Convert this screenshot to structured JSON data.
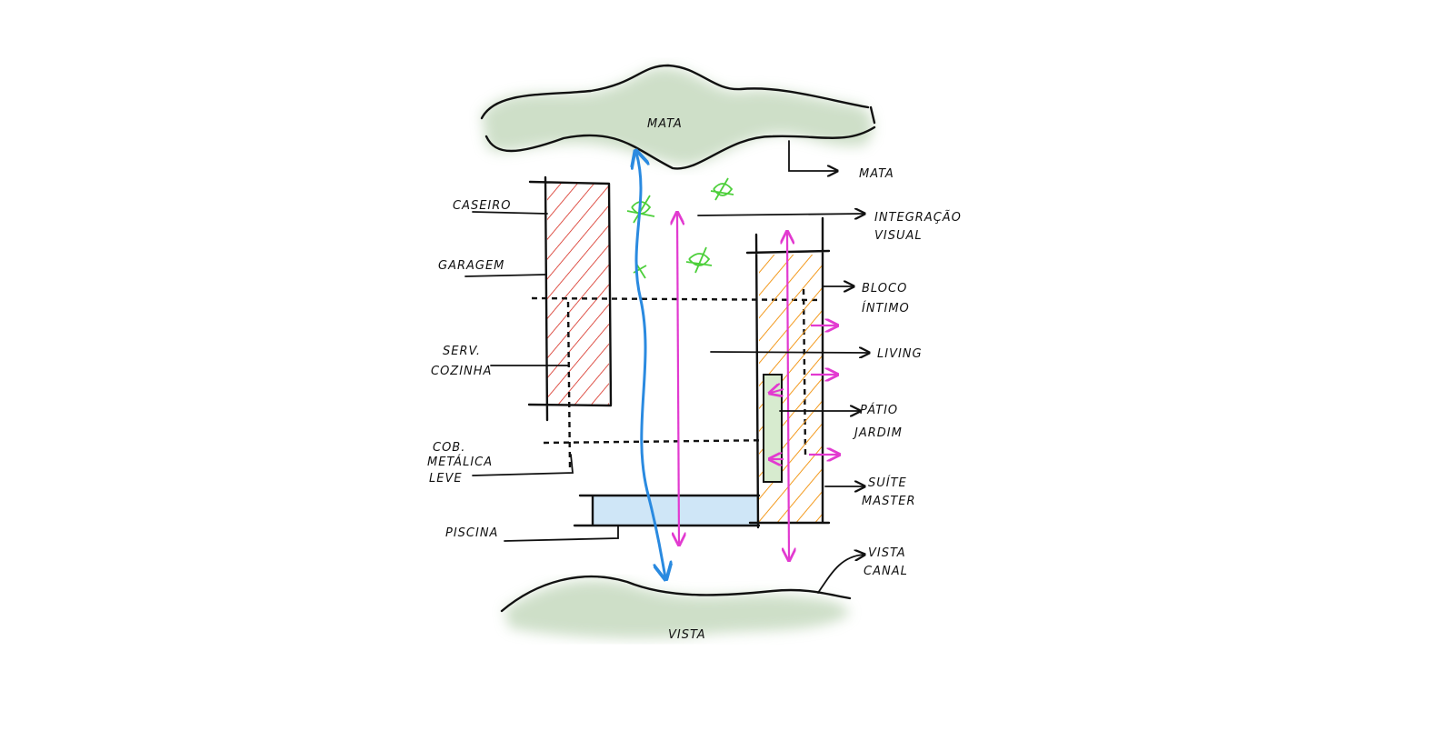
{
  "colors": {
    "ink": "#111111",
    "vegetation": "#c9dcc3",
    "service_hatch": "#d62a1e",
    "private_hatch": "#f39a1e",
    "visual_axis": "#2a8ae0",
    "flow_arrows": "#e23ad0",
    "trees": "#4ccf3a",
    "pool": "#cfe6f7",
    "patio": "#d7ebcf"
  },
  "labels": {
    "mata_top": "MATA",
    "mata_right": "MATA",
    "caseiro": "CASEIRO",
    "garagem": "GARAGEM",
    "serv_1": "SERV.",
    "serv_2": "COZINHA",
    "cob_1": "COB.",
    "cob_2": "METÁLICA",
    "cob_3": "LEVE",
    "piscina": "PISCINA",
    "integracao_1": "INTEGRAÇÃO",
    "integracao_2": "VISUAL",
    "bloco_1": "BLOCO",
    "bloco_2": "ÍNTIMO",
    "living": "LIVING",
    "patio_1": "PÁTIO",
    "patio_2": "JARDIM",
    "suite_1": "SUÍTE",
    "suite_2": "MASTER",
    "vista_canal_1": "VISTA",
    "vista_canal_2": "CANAL",
    "vista_bottom": "VISTA"
  }
}
